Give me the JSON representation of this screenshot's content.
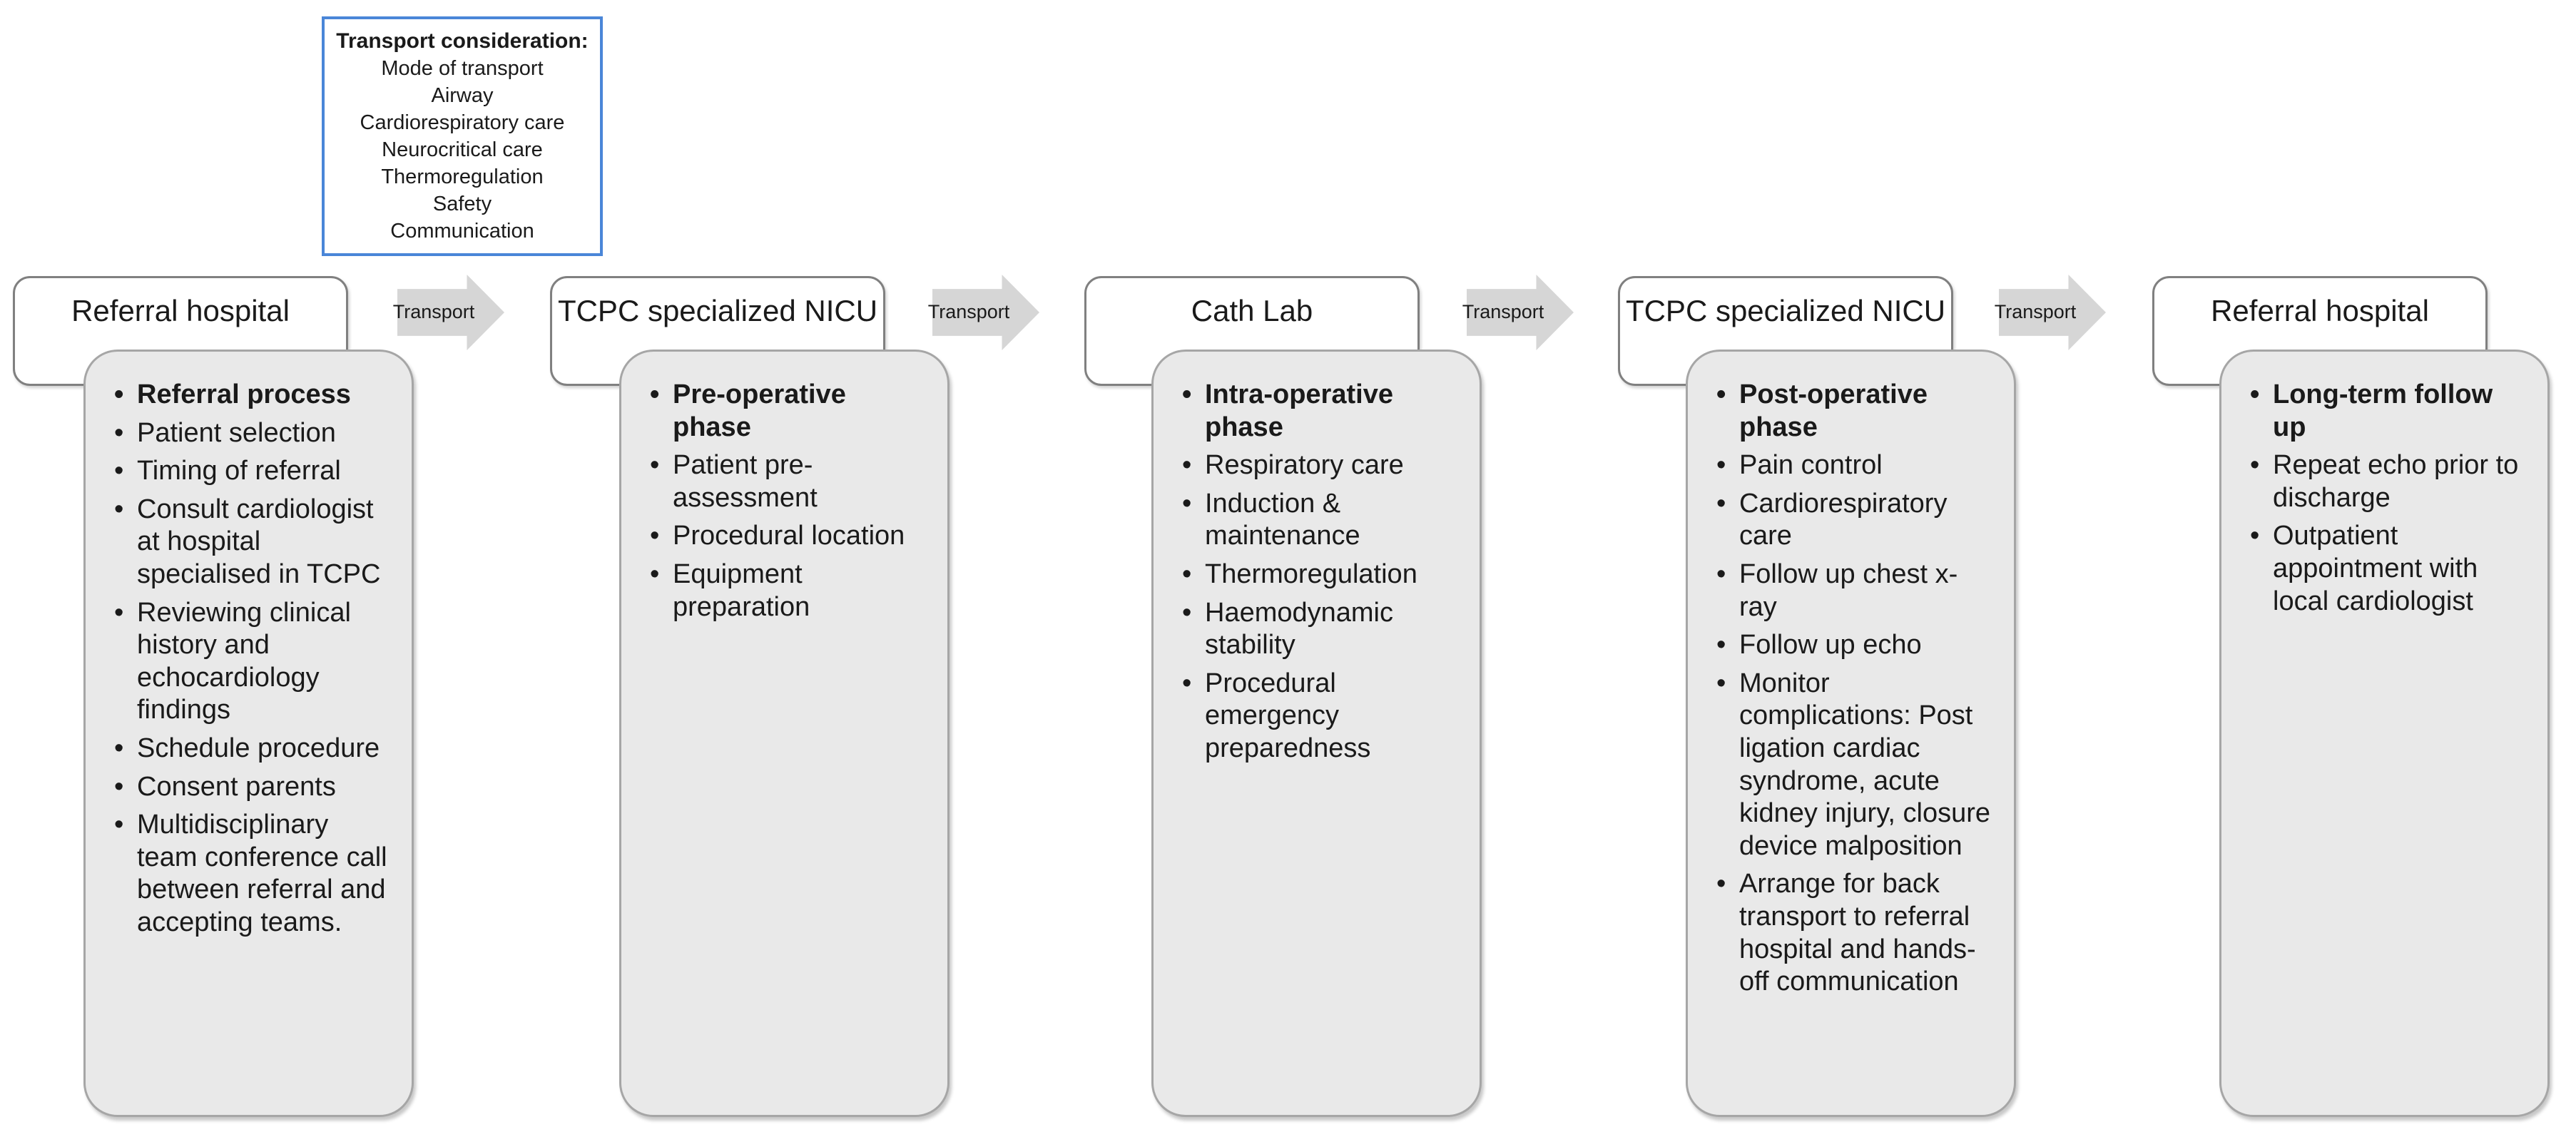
{
  "consideration_box": {
    "title": "Transport consideration:",
    "items": [
      "Mode of transport",
      "Airway",
      "Cardiorespiratory care",
      "Neurocritical care",
      "Thermoregulation",
      "Safety",
      "Communication"
    ]
  },
  "transport_label": "Transport",
  "stages": [
    {
      "title": "Referral hospital",
      "lead": "Referral process",
      "items": [
        "Patient selection",
        "Timing of referral",
        "Consult cardiologist at hospital specialised in TCPC",
        "Reviewing clinical history and echocardiology findings",
        "Schedule procedure",
        "Consent parents",
        "Multidisciplinary team conference call between referral and accepting teams."
      ]
    },
    {
      "title": "TCPC specialized NICU",
      "lead": "Pre-operative phase",
      "items": [
        "Patient pre-assessment",
        "Procedural location",
        "Equipment preparation"
      ]
    },
    {
      "title": "Cath Lab",
      "lead": "Intra-operative phase",
      "items": [
        "Respiratory care",
        "Induction & maintenance",
        "Thermoregulation",
        "Haemodynamic stability",
        "Procedural emergency preparedness"
      ]
    },
    {
      "title": "TCPC specialized NICU",
      "lead": "Post-operative phase",
      "items": [
        "Pain control",
        "Cardiorespiratory care",
        "Follow up chest x-ray",
        "Follow up echo",
        "Monitor complications: Post ligation cardiac syndrome, acute kidney injury, closure device malposition",
        "Arrange for back transport to referral hospital and hands-off communication"
      ]
    },
    {
      "title": "Referral hospital",
      "lead": "Long-term follow up",
      "items": [
        "Repeat echo prior to discharge",
        "Outpatient appointment with local cardiologist"
      ]
    }
  ],
  "colors": {
    "card_fill": "#e9e9e9",
    "card_border": "#a6a6a6",
    "header_border": "#808080",
    "arrow_fill": "#d6d6d6",
    "consideration_border": "#4a86d8"
  }
}
